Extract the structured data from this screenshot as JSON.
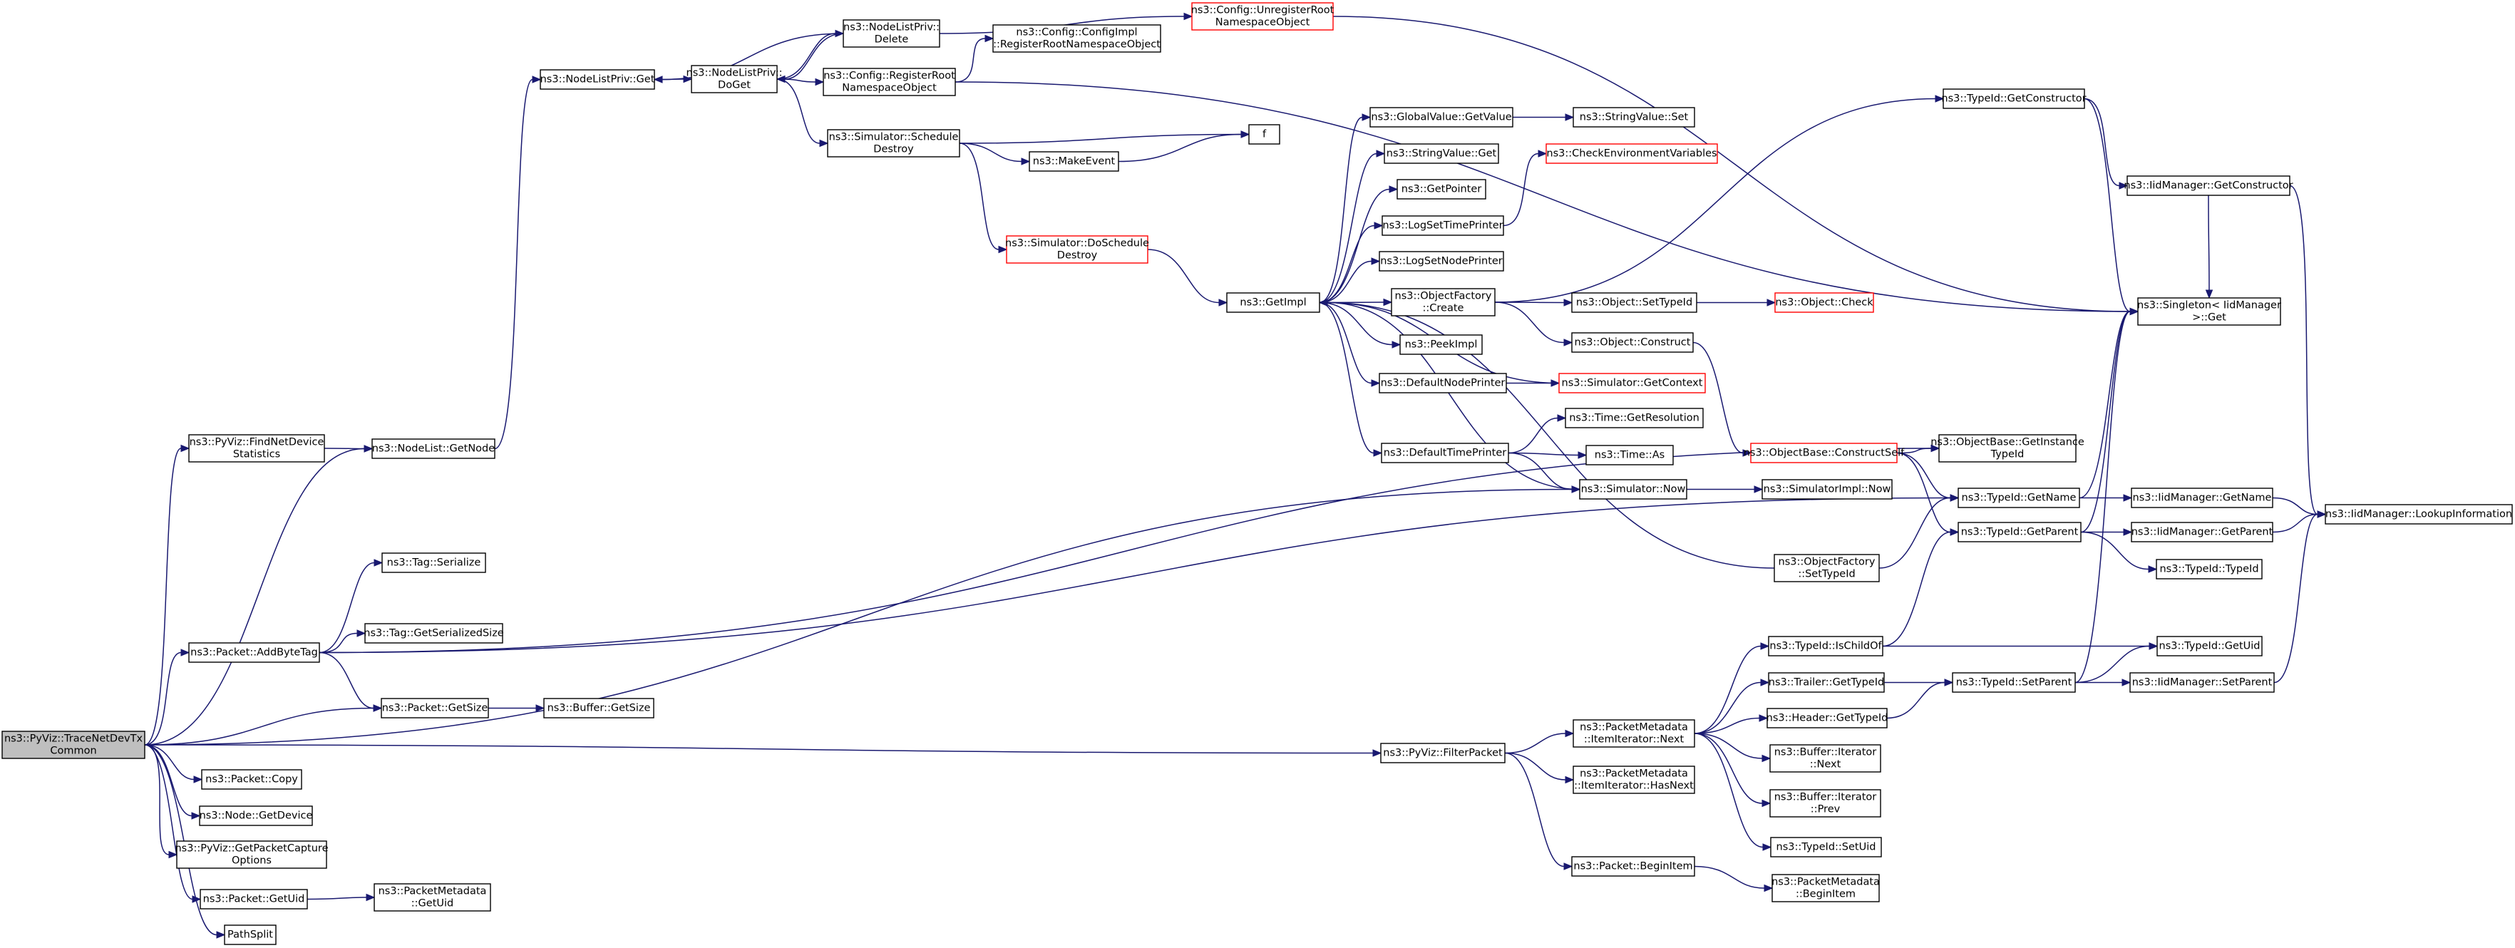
{
  "nodes": [
    {
      "id": "root",
      "lines": [
        "ns3::PyViz::TraceNetDevTx",
        "Common"
      ],
      "style": "root"
    },
    {
      "id": "findnetdev",
      "lines": [
        "ns3::PyViz::FindNetDevice",
        "Statistics"
      ],
      "style": "normal"
    },
    {
      "id": "nodelistgetnode",
      "lines": [
        "ns3::NodeList::GetNode"
      ],
      "style": "normal"
    },
    {
      "id": "nodelistprivget",
      "lines": [
        "ns3::NodeListPriv::Get"
      ],
      "style": "normal"
    },
    {
      "id": "nodelistprivdoget",
      "lines": [
        "ns3::NodeListPriv::",
        "DoGet"
      ],
      "style": "normal"
    },
    {
      "id": "nodelistprivdelete",
      "lines": [
        "ns3::NodeListPriv::",
        "Delete"
      ],
      "style": "normal"
    },
    {
      "id": "unregisterroot",
      "lines": [
        "ns3::Config::UnregisterRoot",
        "NamespaceObject"
      ],
      "style": "red"
    },
    {
      "id": "configimplregister",
      "lines": [
        "ns3::Config::ConfigImpl",
        "::RegisterRootNamespaceObject"
      ],
      "style": "normal"
    },
    {
      "id": "registerroot",
      "lines": [
        "ns3::Config::RegisterRoot",
        "NamespaceObject"
      ],
      "style": "normal"
    },
    {
      "id": "simschedule",
      "lines": [
        "ns3::Simulator::Schedule",
        "Destroy"
      ],
      "style": "normal"
    },
    {
      "id": "makeevent",
      "lines": [
        "ns3::MakeEvent"
      ],
      "style": "normal"
    },
    {
      "id": "f",
      "lines": [
        "f"
      ],
      "style": "normal"
    },
    {
      "id": "doschedule",
      "lines": [
        "ns3::Simulator::DoSchedule",
        "Destroy"
      ],
      "style": "red"
    },
    {
      "id": "getimpl",
      "lines": [
        "ns3::GetImpl"
      ],
      "style": "normal"
    },
    {
      "id": "globalvalue",
      "lines": [
        "ns3::GlobalValue::GetValue"
      ],
      "style": "normal"
    },
    {
      "id": "stringvalueset",
      "lines": [
        "ns3::StringValue::Set"
      ],
      "style": "normal"
    },
    {
      "id": "stringvalueget",
      "lines": [
        "ns3::StringValue::Get"
      ],
      "style": "normal"
    },
    {
      "id": "getpointer",
      "lines": [
        "ns3::GetPointer"
      ],
      "style": "normal"
    },
    {
      "id": "logsettimeprinter",
      "lines": [
        "ns3::LogSetTimePrinter"
      ],
      "style": "normal"
    },
    {
      "id": "checkenv",
      "lines": [
        "ns3::CheckEnvironmentVariables"
      ],
      "style": "red"
    },
    {
      "id": "logsetnodeprinter",
      "lines": [
        "ns3::LogSetNodePrinter"
      ],
      "style": "normal"
    },
    {
      "id": "objfactorycreate",
      "lines": [
        "ns3::ObjectFactory",
        "::Create"
      ],
      "style": "normal"
    },
    {
      "id": "objectsettypeid",
      "lines": [
        "ns3::Object::SetTypeId"
      ],
      "style": "normal"
    },
    {
      "id": "objectcheck",
      "lines": [
        "ns3::Object::Check"
      ],
      "style": "red"
    },
    {
      "id": "objectconstruct",
      "lines": [
        "ns3::Object::Construct"
      ],
      "style": "normal"
    },
    {
      "id": "peekimpl",
      "lines": [
        "ns3::PeekImpl"
      ],
      "style": "normal"
    },
    {
      "id": "defaultnodeprinter",
      "lines": [
        "ns3::DefaultNodePrinter"
      ],
      "style": "normal"
    },
    {
      "id": "simgetcontext",
      "lines": [
        "ns3::Simulator::GetContext"
      ],
      "style": "red"
    },
    {
      "id": "timegetres",
      "lines": [
        "ns3::Time::GetResolution"
      ],
      "style": "normal"
    },
    {
      "id": "defaulttimeprinter",
      "lines": [
        "ns3::DefaultTimePrinter"
      ],
      "style": "normal"
    },
    {
      "id": "timeas",
      "lines": [
        "ns3::Time::As"
      ],
      "style": "normal"
    },
    {
      "id": "simnow",
      "lines": [
        "ns3::Simulator::Now"
      ],
      "style": "normal"
    },
    {
      "id": "simimplnow",
      "lines": [
        "ns3::SimulatorImpl::Now"
      ],
      "style": "normal"
    },
    {
      "id": "constructself",
      "lines": [
        "ns3::ObjectBase::ConstructSelf"
      ],
      "style": "red"
    },
    {
      "id": "getinstancetypeid",
      "lines": [
        "ns3::ObjectBase::GetInstance",
        "TypeId"
      ],
      "style": "normal"
    },
    {
      "id": "typeidgetconstructor",
      "lines": [
        "ns3::TypeId::GetConstructor"
      ],
      "style": "normal"
    },
    {
      "id": "iidgetconstructor",
      "lines": [
        "ns3::IidManager::GetConstructor"
      ],
      "style": "normal"
    },
    {
      "id": "singleton",
      "lines": [
        "ns3::Singleton< IidManager",
        " >::Get"
      ],
      "style": "normal"
    },
    {
      "id": "typeidgetname",
      "lines": [
        "ns3::TypeId::GetName"
      ],
      "style": "normal"
    },
    {
      "id": "iidgetname",
      "lines": [
        "ns3::IidManager::GetName"
      ],
      "style": "normal"
    },
    {
      "id": "lookupinfo",
      "lines": [
        "ns3::IidManager::LookupInformation"
      ],
      "style": "normal"
    },
    {
      "id": "typeidgetparent",
      "lines": [
        "ns3::TypeId::GetParent"
      ],
      "style": "normal"
    },
    {
      "id": "iidgetparent",
      "lines": [
        "ns3::IidManager::GetParent"
      ],
      "style": "normal"
    },
    {
      "id": "typeidtypeid",
      "lines": [
        "ns3::TypeId::TypeId"
      ],
      "style": "normal"
    },
    {
      "id": "objfactorysettypeid",
      "lines": [
        "ns3::ObjectFactory",
        "::SetTypeId"
      ],
      "style": "normal"
    },
    {
      "id": "tagserialize",
      "lines": [
        "ns3::Tag::Serialize"
      ],
      "style": "normal"
    },
    {
      "id": "packetaddbytetag",
      "lines": [
        "ns3::Packet::AddByteTag"
      ],
      "style": "normal"
    },
    {
      "id": "taggetserializedsize",
      "lines": [
        "ns3::Tag::GetSerializedSize"
      ],
      "style": "normal"
    },
    {
      "id": "typeidischildof",
      "lines": [
        "ns3::TypeId::IsChildOf"
      ],
      "style": "normal"
    },
    {
      "id": "typeidgetuid",
      "lines": [
        "ns3::TypeId::GetUid"
      ],
      "style": "normal"
    },
    {
      "id": "packetgetsize",
      "lines": [
        "ns3::Packet::GetSize"
      ],
      "style": "normal"
    },
    {
      "id": "buffergetsize",
      "lines": [
        "ns3::Buffer::GetSize"
      ],
      "style": "normal"
    },
    {
      "id": "trailergettypeid",
      "lines": [
        "ns3::Trailer::GetTypeId"
      ],
      "style": "normal"
    },
    {
      "id": "typeidsetparent",
      "lines": [
        "ns3::TypeId::SetParent"
      ],
      "style": "normal"
    },
    {
      "id": "iidsetparent",
      "lines": [
        "ns3::IidManager::SetParent"
      ],
      "style": "normal"
    },
    {
      "id": "headergettypeid",
      "lines": [
        "ns3::Header::GetTypeId"
      ],
      "style": "normal"
    },
    {
      "id": "pmiternext",
      "lines": [
        "ns3::PacketMetadata",
        "::ItemIterator::Next"
      ],
      "style": "normal"
    },
    {
      "id": "filterpacket",
      "lines": [
        "ns3::PyViz::FilterPacket"
      ],
      "style": "normal"
    },
    {
      "id": "bufiternext",
      "lines": [
        "ns3::Buffer::Iterator",
        "::Next"
      ],
      "style": "normal"
    },
    {
      "id": "packetcopy",
      "lines": [
        "ns3::Packet::Copy"
      ],
      "style": "normal"
    },
    {
      "id": "pmiterhasnext",
      "lines": [
        "ns3::PacketMetadata",
        "::ItemIterator::HasNext"
      ],
      "style": "normal"
    },
    {
      "id": "bufiterprev",
      "lines": [
        "ns3::Buffer::Iterator",
        "::Prev"
      ],
      "style": "normal"
    },
    {
      "id": "nodegetdevice",
      "lines": [
        "ns3::Node::GetDevice"
      ],
      "style": "normal"
    },
    {
      "id": "getpacketcapture",
      "lines": [
        "ns3::PyViz::GetPacketCapture",
        "Options"
      ],
      "style": "normal"
    },
    {
      "id": "typeidsetuid",
      "lines": [
        "ns3::TypeId::SetUid"
      ],
      "style": "normal"
    },
    {
      "id": "packetbeginitem",
      "lines": [
        "ns3::Packet::BeginItem"
      ],
      "style": "normal"
    },
    {
      "id": "pmbeginitem",
      "lines": [
        "ns3::PacketMetadata",
        "::BeginItem"
      ],
      "style": "normal"
    },
    {
      "id": "packetgetuid",
      "lines": [
        "ns3::Packet::GetUid"
      ],
      "style": "normal"
    },
    {
      "id": "pmgetuid",
      "lines": [
        "ns3::PacketMetadata",
        "::GetUid"
      ],
      "style": "normal"
    },
    {
      "id": "pathsplit",
      "lines": [
        "PathSplit"
      ],
      "style": "normal"
    }
  ],
  "edges": [
    [
      "root",
      "findnetdev"
    ],
    [
      "root",
      "nodelistgetnode"
    ],
    [
      "root",
      "simnow"
    ],
    [
      "root",
      "packetaddbytetag"
    ],
    [
      "root",
      "packetgetsize"
    ],
    [
      "root",
      "filterpacket"
    ],
    [
      "root",
      "packetcopy"
    ],
    [
      "root",
      "nodegetdevice"
    ],
    [
      "root",
      "getpacketcapture"
    ],
    [
      "root",
      "packetgetuid"
    ],
    [
      "root",
      "pathsplit"
    ],
    [
      "findnetdev",
      "nodelistgetnode"
    ],
    [
      "nodelistgetnode",
      "nodelistprivget"
    ],
    [
      "nodelistprivget",
      "nodelistprivdoget"
    ],
    [
      "nodelistprivdoget",
      "nodelistprivdelete"
    ],
    [
      "nodelistprivdelete",
      "nodelistprivdoget"
    ],
    [
      "nodelistprivdelete",
      "nodelistprivget"
    ],
    [
      "nodelistprivdelete",
      "unregisterroot"
    ],
    [
      "nodelistprivdoget",
      "registerroot"
    ],
    [
      "nodelistprivdoget",
      "simschedule"
    ],
    [
      "unregisterroot",
      "singleton"
    ],
    [
      "registerroot",
      "configimplregister"
    ],
    [
      "registerroot",
      "singleton"
    ],
    [
      "simschedule",
      "f"
    ],
    [
      "simschedule",
      "makeevent"
    ],
    [
      "simschedule",
      "doschedule"
    ],
    [
      "makeevent",
      "f"
    ],
    [
      "doschedule",
      "getimpl"
    ],
    [
      "getimpl",
      "globalvalue"
    ],
    [
      "getimpl",
      "stringvalueget"
    ],
    [
      "getimpl",
      "getpointer"
    ],
    [
      "getimpl",
      "logsettimeprinter"
    ],
    [
      "getimpl",
      "logsetnodeprinter"
    ],
    [
      "getimpl",
      "objfactorycreate"
    ],
    [
      "getimpl",
      "peekimpl"
    ],
    [
      "getimpl",
      "defaultnodeprinter"
    ],
    [
      "getimpl",
      "defaulttimeprinter"
    ],
    [
      "globalvalue",
      "stringvalueset"
    ],
    [
      "logsettimeprinter",
      "checkenv"
    ],
    [
      "objfactorycreate",
      "objectsettypeid"
    ],
    [
      "objfactorycreate",
      "objectconstruct"
    ],
    [
      "objfactorycreate",
      "typeidgetconstructor"
    ],
    [
      "objectsettypeid",
      "objectcheck"
    ],
    [
      "objectconstruct",
      "constructself"
    ],
    [
      "defaultnodeprinter",
      "simgetcontext"
    ],
    [
      "simgetcontext",
      "getimpl"
    ],
    [
      "defaulttimeprinter",
      "timegetres"
    ],
    [
      "defaulttimeprinter",
      "timeas"
    ],
    [
      "defaulttimeprinter",
      "simnow"
    ],
    [
      "simnow",
      "getimpl"
    ],
    [
      "simnow",
      "simimplnow"
    ],
    [
      "constructself",
      "getinstancetypeid"
    ],
    [
      "constructself",
      "typeidgetname"
    ],
    [
      "constructself",
      "typeidgetparent"
    ],
    [
      "typeidgetconstructor",
      "iidgetconstructor"
    ],
    [
      "typeidgetconstructor",
      "singleton"
    ],
    [
      "iidgetconstructor",
      "singleton"
    ],
    [
      "iidgetconstructor",
      "lookupinfo"
    ],
    [
      "typeidgetname",
      "iidgetname"
    ],
    [
      "typeidgetname",
      "singleton"
    ],
    [
      "iidgetname",
      "lookupinfo"
    ],
    [
      "typeidgetparent",
      "iidgetparent"
    ],
    [
      "typeidgetparent",
      "typeidtypeid"
    ],
    [
      "typeidgetparent",
      "singleton"
    ],
    [
      "iidgetparent",
      "lookupinfo"
    ],
    [
      "objfactorysettypeid",
      "getimpl"
    ],
    [
      "objfactorysettypeid",
      "typeidgetname"
    ],
    [
      "packetaddbytetag",
      "tagserialize"
    ],
    [
      "packetaddbytetag",
      "getinstancetypeid"
    ],
    [
      "packetaddbytetag",
      "typeidgetname"
    ],
    [
      "packetaddbytetag",
      "taggetserializedsize"
    ],
    [
      "packetaddbytetag",
      "packetgetsize"
    ],
    [
      "packetgetsize",
      "buffergetsize"
    ],
    [
      "typeidischildof",
      "typeidgetparent"
    ],
    [
      "typeidischildof",
      "typeidgetuid"
    ],
    [
      "trailergettypeid",
      "typeidsetparent"
    ],
    [
      "headergettypeid",
      "typeidsetparent"
    ],
    [
      "typeidsetparent",
      "singleton"
    ],
    [
      "typeidsetparent",
      "typeidgetuid"
    ],
    [
      "typeidsetparent",
      "iidsetparent"
    ],
    [
      "iidsetparent",
      "lookupinfo"
    ],
    [
      "filterpacket",
      "pmiternext"
    ],
    [
      "filterpacket",
      "pmiterhasnext"
    ],
    [
      "filterpacket",
      "packetbeginitem"
    ],
    [
      "pmiternext",
      "typeidischildof"
    ],
    [
      "pmiternext",
      "trailergettypeid"
    ],
    [
      "pmiternext",
      "headergettypeid"
    ],
    [
      "pmiternext",
      "bufiternext"
    ],
    [
      "pmiternext",
      "bufiterprev"
    ],
    [
      "pmiternext",
      "typeidsetuid"
    ],
    [
      "packetbeginitem",
      "pmbeginitem"
    ],
    [
      "packetgetuid",
      "pmgetuid"
    ]
  ]
}
